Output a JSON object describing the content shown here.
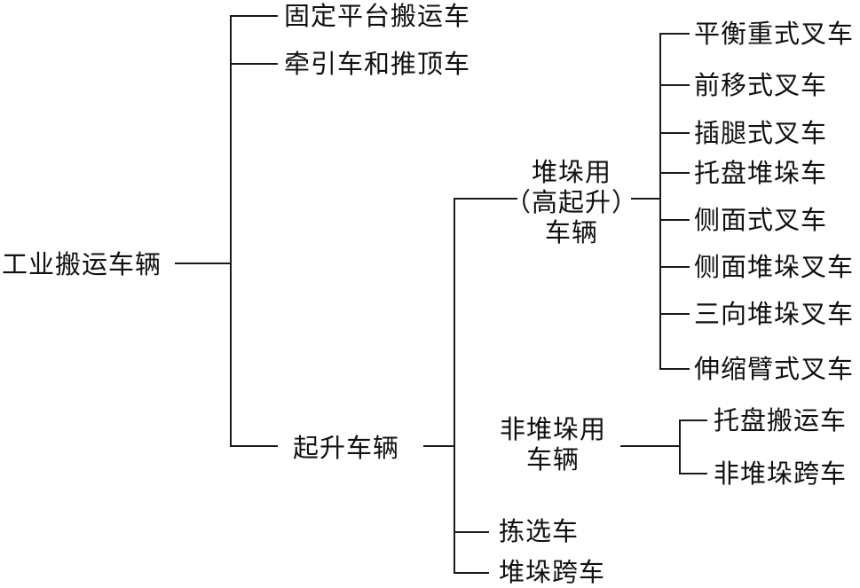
{
  "root": {
    "label": "工业搬运车辆"
  },
  "level1": [
    {
      "label": "固定平台搬运车"
    },
    {
      "label": "牵引车和推顶车"
    },
    {
      "label": "起升车辆"
    }
  ],
  "lifting": {
    "stacking": {
      "lines": [
        "堆垛用",
        "（高起升）",
        "车辆"
      ]
    },
    "non_stacking": {
      "lines": [
        "非堆垛用",
        "车辆"
      ]
    },
    "order_picker": "拣选车",
    "straddle_stacker": "堆垛跨车"
  },
  "stacking_children": [
    "平衡重式叉车",
    "前移式叉车",
    "插腿式叉车",
    "托盘堆垛车",
    "侧面式叉车",
    "侧面堆垛叉车",
    "三向堆垛叉车",
    "伸缩臂式叉车"
  ],
  "non_stacking_children": [
    "托盘搬运车",
    "非堆垛跨车"
  ]
}
